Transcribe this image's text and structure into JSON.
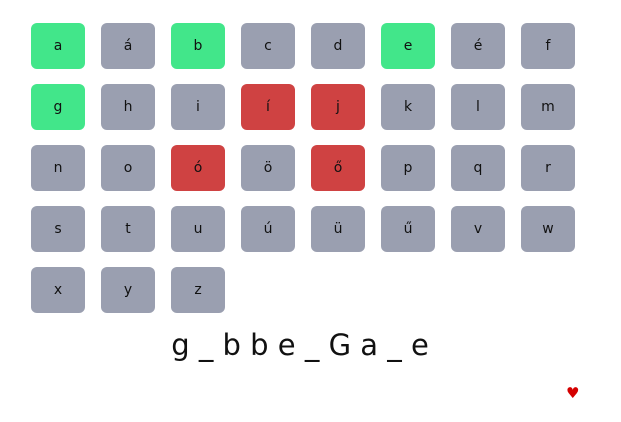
{
  "colors": {
    "unused": "#9a9fb0",
    "correct": "#42e68a",
    "wrong": "#cf4242",
    "heart": "#d40000"
  },
  "keyboard": {
    "keys": [
      {
        "letter": "a",
        "state": "correct"
      },
      {
        "letter": "á",
        "state": "unused"
      },
      {
        "letter": "b",
        "state": "correct"
      },
      {
        "letter": "c",
        "state": "unused"
      },
      {
        "letter": "d",
        "state": "unused"
      },
      {
        "letter": "e",
        "state": "correct"
      },
      {
        "letter": "é",
        "state": "unused"
      },
      {
        "letter": "f",
        "state": "unused"
      },
      {
        "letter": "g",
        "state": "correct"
      },
      {
        "letter": "h",
        "state": "unused"
      },
      {
        "letter": "i",
        "state": "unused"
      },
      {
        "letter": "í",
        "state": "wrong"
      },
      {
        "letter": "j",
        "state": "wrong"
      },
      {
        "letter": "k",
        "state": "unused"
      },
      {
        "letter": "l",
        "state": "unused"
      },
      {
        "letter": "m",
        "state": "unused"
      },
      {
        "letter": "n",
        "state": "unused"
      },
      {
        "letter": "o",
        "state": "unused"
      },
      {
        "letter": "ó",
        "state": "wrong"
      },
      {
        "letter": "ö",
        "state": "unused"
      },
      {
        "letter": "ő",
        "state": "wrong"
      },
      {
        "letter": "p",
        "state": "unused"
      },
      {
        "letter": "q",
        "state": "unused"
      },
      {
        "letter": "r",
        "state": "unused"
      },
      {
        "letter": "s",
        "state": "unused"
      },
      {
        "letter": "t",
        "state": "unused"
      },
      {
        "letter": "u",
        "state": "unused"
      },
      {
        "letter": "ú",
        "state": "unused"
      },
      {
        "letter": "ü",
        "state": "unused"
      },
      {
        "letter": "ű",
        "state": "unused"
      },
      {
        "letter": "v",
        "state": "unused"
      },
      {
        "letter": "w",
        "state": "unused"
      },
      {
        "letter": "x",
        "state": "unused"
      },
      {
        "letter": "y",
        "state": "unused"
      },
      {
        "letter": "z",
        "state": "unused"
      }
    ]
  },
  "word": {
    "display": "g _ b b e _ G a _ e"
  },
  "lives": {
    "icon": "heart-icon",
    "glyph": "♥",
    "count": 1
  }
}
